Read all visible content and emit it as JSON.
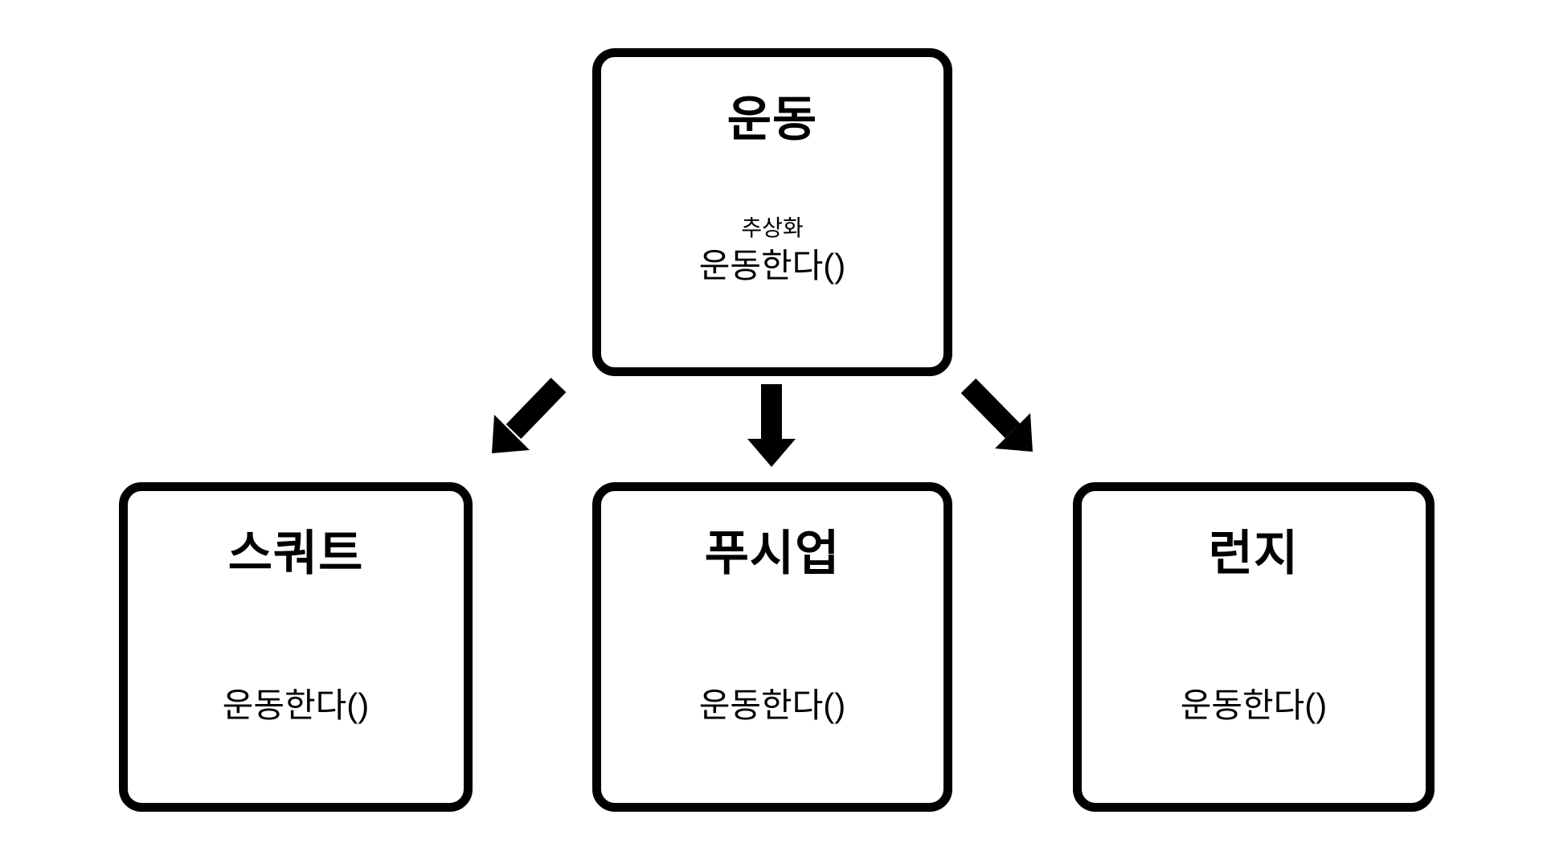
{
  "diagram": {
    "background_color": "#ffffff",
    "line_color": "#000000",
    "parent_node": {
      "title": "운동",
      "stereotype": "추상화",
      "method": "운동한다()"
    },
    "child_nodes": [
      {
        "title": "스쿼트",
        "method": "운동한다()"
      },
      {
        "title": "푸시업",
        "method": "운동한다()"
      },
      {
        "title": "런지",
        "method": "운동한다()"
      }
    ],
    "arrows": [
      {
        "direction": "down-left"
      },
      {
        "direction": "down"
      },
      {
        "direction": "down-right"
      }
    ]
  }
}
